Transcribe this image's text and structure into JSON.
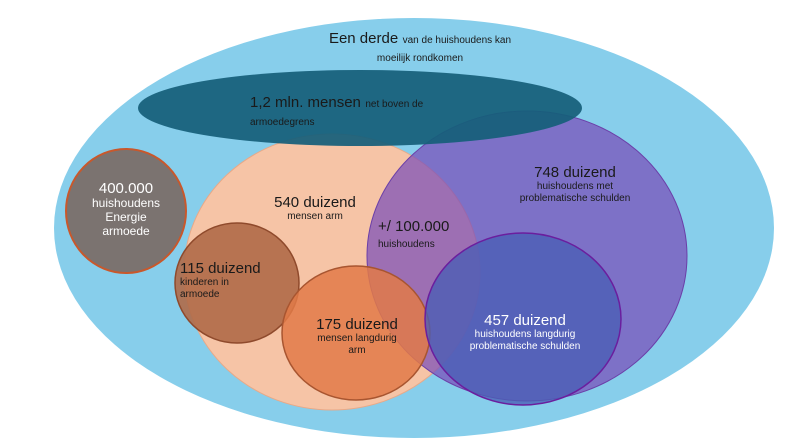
{
  "groups": {
    "one_third": {
      "headline": "Een derde",
      "rest": "van de huishoudens kan",
      "line2": "moeilijk rondkomen",
      "color": "#87CEEB"
    },
    "near_poverty": {
      "headline": "1,2 mln. mensen",
      "rest": "net boven de",
      "line2": "armoedegrens",
      "color": "#165F7A"
    },
    "energy_poverty": {
      "line1": "400.000",
      "line2": "huishoudens",
      "line3": "Energie",
      "line4": "armoede",
      "color": "#7B7370"
    },
    "poor": {
      "headline": "540 duizend",
      "line2": "mensen arm",
      "color": "#F6C4A6"
    },
    "overlap": {
      "headline": "+/ 100.000",
      "line2": "huishoudens"
    },
    "debts": {
      "headline": "748 duizend",
      "line2": "huishoudens met",
      "line3": "problematische schulden",
      "color": "#8E68C0"
    },
    "children": {
      "headline": "115 duizend",
      "line2": "kinderen in",
      "line3": "armoede",
      "color": "#B7724F"
    },
    "long_poor": {
      "headline": "175 duizend",
      "line2": "mensen langdurig",
      "line3": "arm",
      "color": "#E27F4E"
    },
    "long_debts": {
      "headline": "457 duizend",
      "line2": "huishoudens langdurig",
      "line3": "problematische schulden",
      "color": "#5B6BB8"
    }
  }
}
